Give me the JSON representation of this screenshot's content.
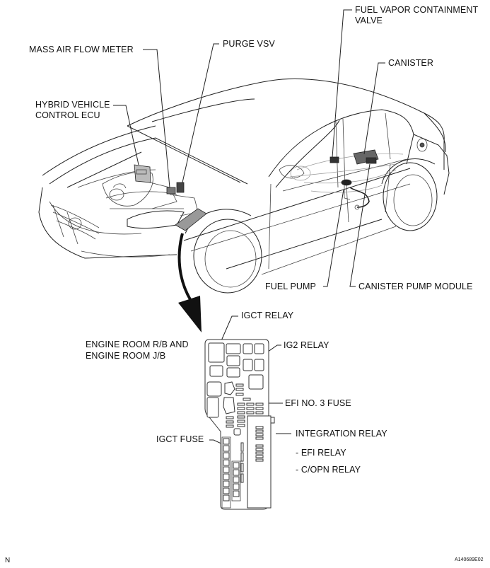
{
  "figure": {
    "subject": "Vehicle component location diagram",
    "corner_mark": "N",
    "figure_id": "A140689E02"
  },
  "labels": {
    "mass_air_flow_meter": "MASS AIR FLOW METER",
    "purge_vsv": "PURGE VSV",
    "fuel_vapor_containment_valve_line1": "FUEL VAPOR CONTAINMENT",
    "fuel_vapor_containment_valve_line2": "VALVE",
    "canister": "CANISTER",
    "hybrid_vehicle_control_ecu_line1": "HYBRID VEHICLE",
    "hybrid_vehicle_control_ecu_line2": "CONTROL ECU",
    "fuel_pump": "FUEL PUMP",
    "canister_pump_module": "CANISTER PUMP MODULE",
    "igct_relay": "IGCT RELAY",
    "engine_room_rb_jb_line1": "ENGINE ROOM R/B AND",
    "engine_room_rb_jb_line2": "ENGINE ROOM J/B",
    "ig2_relay": "IG2 RELAY",
    "efi_no3_fuse": "EFI NO. 3 FUSE",
    "integration_relay": "INTEGRATION RELAY",
    "efi_relay": "- EFI RELAY",
    "c_opn_relay": "- C/OPN RELAY",
    "igct_fuse": "IGCT FUSE"
  }
}
